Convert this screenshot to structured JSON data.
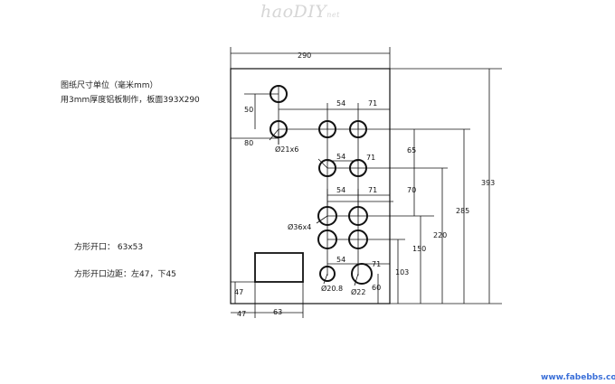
{
  "watermark_top": "haoDIY",
  "watermark_top_suffix": "net",
  "watermark_bottom": "www.fabebbs.com",
  "notes": {
    "unit": "图纸尺寸单位（毫米mm）",
    "material": "用3mm厚度铝板制作，板面393X290",
    "square_opening": "方形开口：   63x53",
    "square_margin": "方形开口边距：左47，下45"
  },
  "dimensions": {
    "panel_width": "290",
    "panel_height": "393",
    "d50": "50",
    "d80": "80",
    "d54_a": "54",
    "d71_a": "71",
    "d54_b": "54",
    "d71_b": "71",
    "d54_c": "54",
    "d71_c": "71",
    "d54_d": "54",
    "d71_d": "71",
    "d65": "65",
    "d70": "70",
    "d285": "285",
    "d220": "220",
    "d150": "150",
    "d103": "103",
    "d60": "60",
    "d47_h": "47",
    "d47_v": "47",
    "d63": "63"
  },
  "hole_labels": {
    "h21": "Ø21x6",
    "h36": "Ø36x4",
    "h20": "Ø20.8",
    "h22": "Ø22"
  }
}
